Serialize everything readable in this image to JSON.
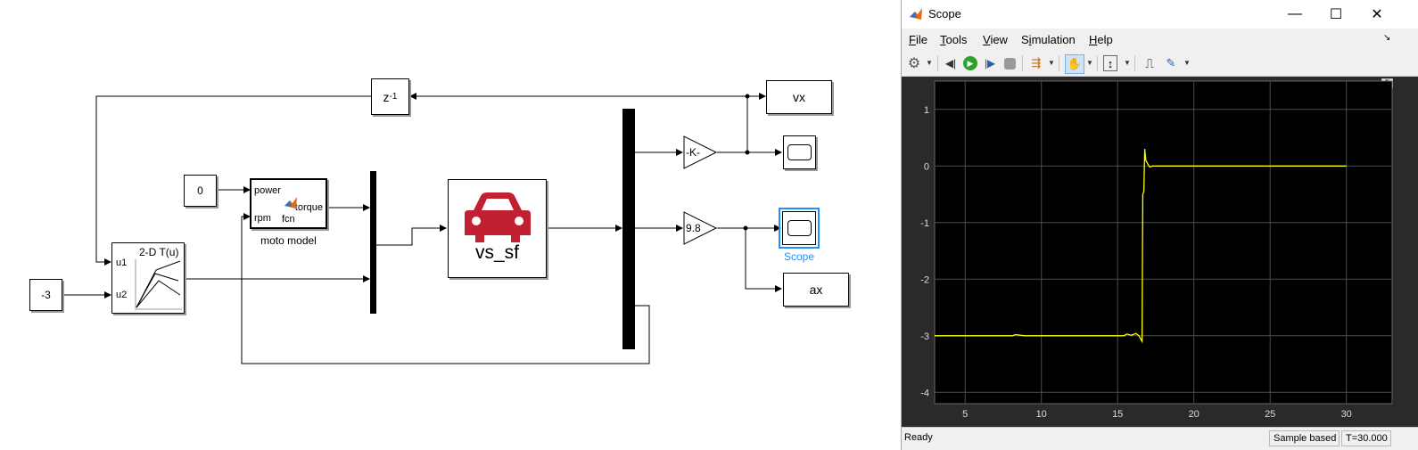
{
  "model": {
    "blocks": {
      "delay": {
        "text": "z",
        "superscript": "-1"
      },
      "vx": "vx",
      "ax": "ax",
      "const_zero": "0",
      "const_neg3": "-3",
      "lookup_title": "2-D T(u)",
      "lookup_u1": "u1",
      "lookup_u2": "u2",
      "fcn_power": "power",
      "fcn_rpm": "rpm",
      "fcn_torque": "torque",
      "fcn_name": "fcn",
      "fcn_label": "moto model",
      "vehicle_name": "vs_sf",
      "gain_k": "-K-",
      "gain_98": "9.8",
      "scope_label": "Scope"
    },
    "colors": {
      "vehicle_icon": "#c0202f",
      "selected_scope": "#1e90ff"
    }
  },
  "scope_window": {
    "title": "Scope",
    "window_buttons": {
      "minimize": "—",
      "maximize": "☐",
      "close": "✕"
    },
    "menu": [
      {
        "pre": "",
        "u": "F",
        "post": "ile"
      },
      {
        "pre": "",
        "u": "T",
        "post": "ools"
      },
      {
        "pre": "",
        "u": "V",
        "post": "iew"
      },
      {
        "pre": "S",
        "u": "i",
        "post": "mulation"
      },
      {
        "pre": "",
        "u": "H",
        "post": "elp"
      }
    ],
    "toolbar_icons": [
      "settings-gear-icon",
      "step-back-icon",
      "run-icon",
      "step-forward-icon",
      "stop-icon",
      "signal-select-icon",
      "pan-hand-icon",
      "scale-axes-icon",
      "triggers-icon",
      "measurements-icon"
    ],
    "status": {
      "left": "Ready",
      "mode": "Sample based",
      "time": "T=30.000"
    }
  },
  "chart_data": {
    "type": "line",
    "title": "",
    "xlabel": "",
    "ylabel": "",
    "xlim": [
      3,
      33
    ],
    "ylim": [
      -4.2,
      1.5
    ],
    "xticks": [
      "5",
      "10",
      "15",
      "20",
      "25",
      "30"
    ],
    "yticks": [
      "1",
      "0",
      "-1",
      "-2",
      "-3",
      "-4"
    ],
    "grid": true,
    "background": "#000000",
    "series": [
      {
        "color": "#ffff00",
        "points": [
          [
            3,
            -3.0
          ],
          [
            8.1,
            -3.0
          ],
          [
            8.3,
            -2.98
          ],
          [
            8.6,
            -2.99
          ],
          [
            8.9,
            -3.0
          ],
          [
            15.4,
            -3.0
          ],
          [
            15.6,
            -2.97
          ],
          [
            15.9,
            -2.99
          ],
          [
            16.2,
            -2.96
          ],
          [
            16.4,
            -3.0
          ],
          [
            16.6,
            -3.1
          ],
          [
            16.65,
            -0.5
          ],
          [
            16.72,
            -0.45
          ],
          [
            16.78,
            0.3
          ],
          [
            16.85,
            0.1
          ],
          [
            16.95,
            0.05
          ],
          [
            17.1,
            -0.02
          ],
          [
            17.3,
            0.0
          ],
          [
            30,
            0.0
          ]
        ]
      }
    ]
  }
}
